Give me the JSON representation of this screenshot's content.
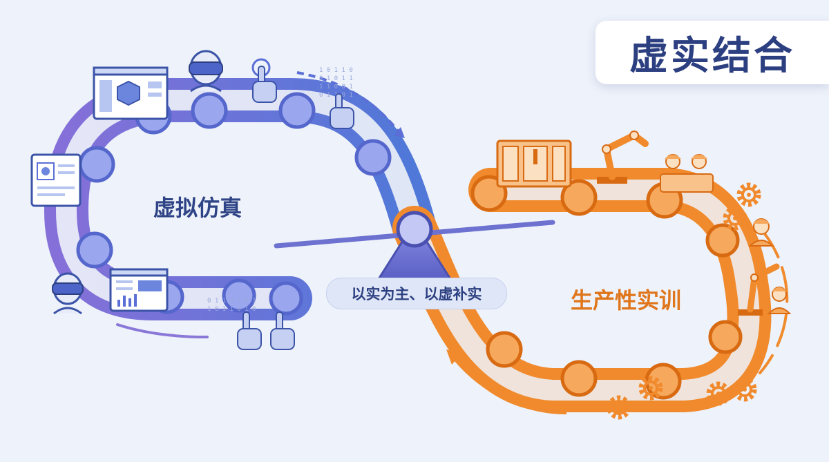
{
  "title": "虚实结合",
  "virtual_loop": {
    "label": "虚拟仿真",
    "color": "#5b6fd6",
    "accent": "#8470d8",
    "icons": [
      "monitor-3d-model-icon",
      "vr-headset-person-icon",
      "touch-hand-icon",
      "binary-data-hand-icon",
      "face-scan-panel-icon",
      "dashboard-panel-icon",
      "touch-hands-icon"
    ]
  },
  "real_loop": {
    "label": "生产性实训",
    "color": "#f08a2c",
    "icons": [
      "cnc-machine-icon",
      "robot-arm-icon",
      "worker-team-icon",
      "gear-icon",
      "worker-icon",
      "robot-arm-icon"
    ]
  },
  "balance": {
    "label": "以实为主、以虚补实",
    "color": "#6d72d0"
  }
}
